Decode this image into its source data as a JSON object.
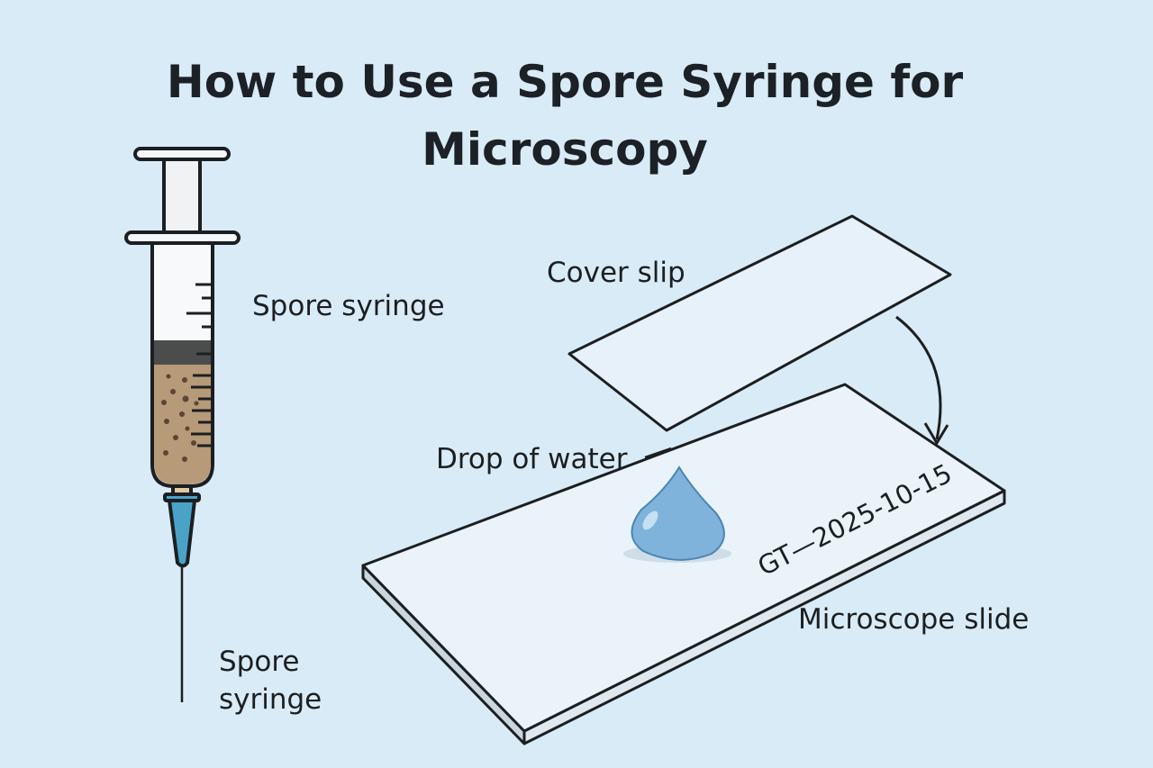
{
  "title": {
    "line1": "How to Use a Spore Syringe for",
    "line2": "Microscopy"
  },
  "labels": {
    "spore_syringe_top": "Spore syringe",
    "spore_syringe_bottom_1": "Spore",
    "spore_syringe_bottom_2": "syringe",
    "cover_slip": "Cover slip",
    "drop_of_water": "Drop of water",
    "microscope_slide": "Microscope slide",
    "slide_marking": "GT—2025-10-15"
  },
  "colors": {
    "background": "#d9ebf6",
    "liquid": "#b79a78",
    "needle_hub": "#4aa3c7",
    "water_drop": "#7fb3db",
    "outline": "#1b1f22"
  }
}
